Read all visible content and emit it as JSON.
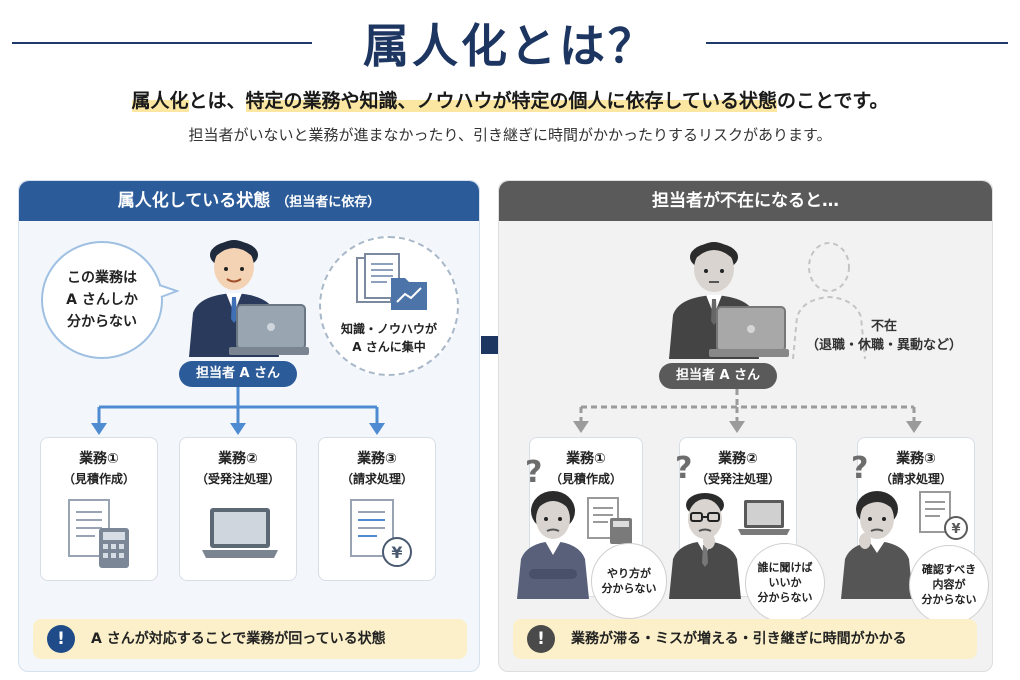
{
  "title": "属人化とは？",
  "lead": {
    "part1": "属人化",
    "part2": "とは、",
    "part3": "特定の業務や知識、ノウハウが特定の個人に依存している状態",
    "part4": "のことです。",
    "line2": "担当者がいないと業務が進まなかったり、引き継ぎに時間がかかったりするリスクがあります。"
  },
  "left_panel": {
    "header": "属人化している状態",
    "header_sub": "（担当者に依存）",
    "bubble": [
      "この業務は",
      "A さんしか",
      "分からない"
    ],
    "knowledge": [
      "知識・ノウハウが",
      "A さんに集中"
    ],
    "person_label": "担当者 A さん",
    "tasks": [
      {
        "name": "業務①",
        "detail": "（見積作成）",
        "icon": "calculator-document-icon"
      },
      {
        "name": "業務②",
        "detail": "（受発注処理）",
        "icon": "laptop-icon"
      },
      {
        "name": "業務③",
        "detail": "（請求処理）",
        "icon": "yen-document-icon"
      }
    ],
    "note": "A さんが対応することで業務が回っている状態",
    "accent": "#2c5b99"
  },
  "right_panel": {
    "header": "担当者が不在になると…",
    "person_label": "担当者 A さん",
    "absent": [
      "不在",
      "（退職・休職・異動など）"
    ],
    "tasks": [
      {
        "name": "業務①",
        "detail": "（見積作成）",
        "icon": "calculator-document-icon",
        "worry": [
          "やり方が",
          "分からない"
        ]
      },
      {
        "name": "業務②",
        "detail": "（受発注処理）",
        "icon": "laptop-icon",
        "worry": [
          "誰に聞けば",
          "いいか",
          "分からない"
        ]
      },
      {
        "name": "業務③",
        "detail": "（請求処理）",
        "icon": "yen-document-icon",
        "worry": [
          "確認すべき",
          "内容が",
          "分からない"
        ]
      }
    ],
    "note": "業務が滞る・ミスが増える・引き継ぎに時間がかかる",
    "accent": "#5a5a5a"
  },
  "colors": {
    "navy": "#1c3561",
    "highlight": "#fbe7a1",
    "note_bg": "#fbf0c9"
  }
}
